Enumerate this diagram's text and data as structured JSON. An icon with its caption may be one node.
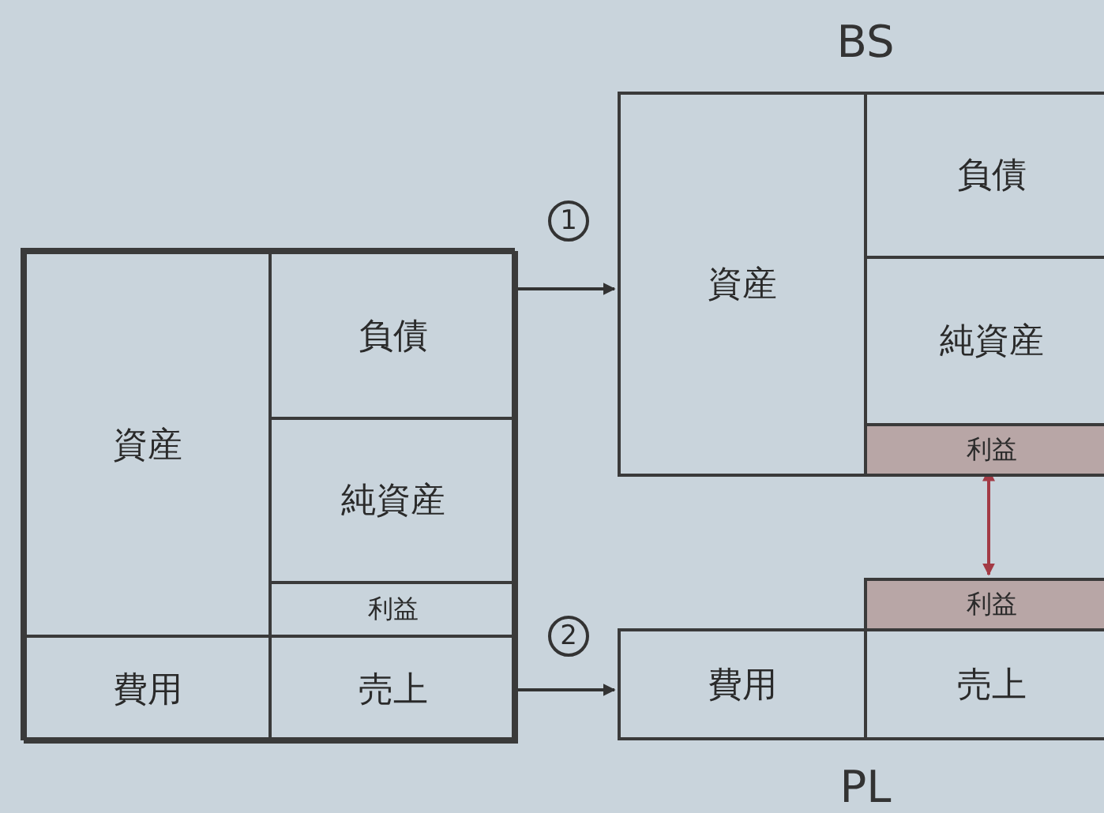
{
  "diagram": {
    "nodes": [
      {
        "text": [],
        "shape": "box"
      },
      {
        "text": [
          "資産"
        ],
        "in": 0
      },
      {
        "text": [
          "負債"
        ],
        "in": 0
      },
      {
        "text": [
          "純資産"
        ],
        "in": 0
      },
      {
        "text": [
          "利益"
        ],
        "in": 0
      },
      {
        "text": [
          "費用"
        ],
        "in": 0
      },
      {
        "text": [
          "売上"
        ],
        "in": 0
      },
      {
        "text": [
          "BS"
        ]
      },
      {
        "text": [
          "資産"
        ],
        "in": 7
      },
      {
        "text": [
          "負債"
        ],
        "in": 7
      },
      {
        "text": [
          "純資産"
        ],
        "in": 7
      },
      {
        "text": [
          "利益"
        ],
        "in": 7
      },
      {
        "text": [
          "PL"
        ]
      },
      {
        "text": [
          "利益"
        ],
        "in": 12
      },
      {
        "text": [
          "費用"
        ],
        "in": 12
      },
      {
        "text": [
          "売上"
        ],
        "in": 12
      }
    ],
    "edges": [
      {
        "from": 0,
        "to": 7,
        "arrow": "to",
        "label": "1"
      },
      {
        "from": 0,
        "to": 12,
        "arrow": "to",
        "label": "2"
      },
      {
        "from": 11,
        "to": 13,
        "arrow": "both",
        "color": "#a33a45"
      }
    ]
  }
}
